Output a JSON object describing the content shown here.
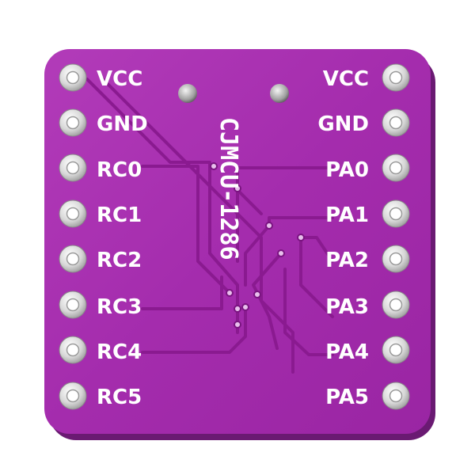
{
  "board": {
    "title": "CJMCU-1286",
    "color": "#a82fb0",
    "trace_color": "#8a1a90",
    "pad_color": "#e3e3e3"
  },
  "pins": {
    "left": [
      "VCC",
      "GND",
      "RC0",
      "RC1",
      "RC2",
      "RC3",
      "RC4",
      "RC5"
    ],
    "right": [
      "VCC",
      "GND",
      "PA0",
      "PA1",
      "PA2",
      "PA3",
      "PA4",
      "PA5"
    ]
  }
}
